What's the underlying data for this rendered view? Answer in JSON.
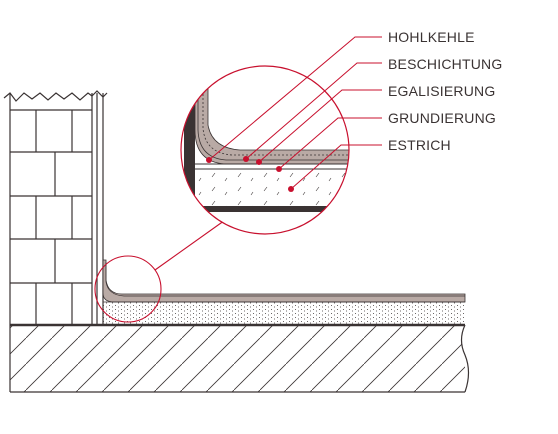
{
  "labels": {
    "hohlkehle": "HOHLKEHLE",
    "beschichtung": "BESCHICHTUNG",
    "egalisierung": "EGALISIERUNG",
    "grundierung": "GRUNDIERUNG",
    "estrich": "ESTRICH"
  },
  "colors": {
    "line": "#3a3333",
    "accent": "#c8102e",
    "coating": "#b9aaa5",
    "concrete_fill": "#ffffff"
  }
}
